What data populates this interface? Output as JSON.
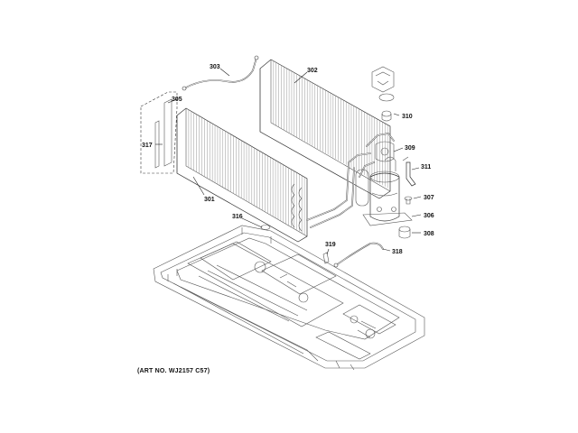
{
  "art_number": "(ART NO. WJ2157 C57)",
  "callouts": {
    "c301": "301",
    "c302": "302",
    "c303": "303",
    "c305": "305",
    "c306": "306",
    "c307": "307",
    "c308": "308",
    "c309": "309",
    "c310": "310",
    "c311": "311",
    "c316": "316",
    "c317": "317",
    "c318": "318",
    "c319": "319"
  }
}
